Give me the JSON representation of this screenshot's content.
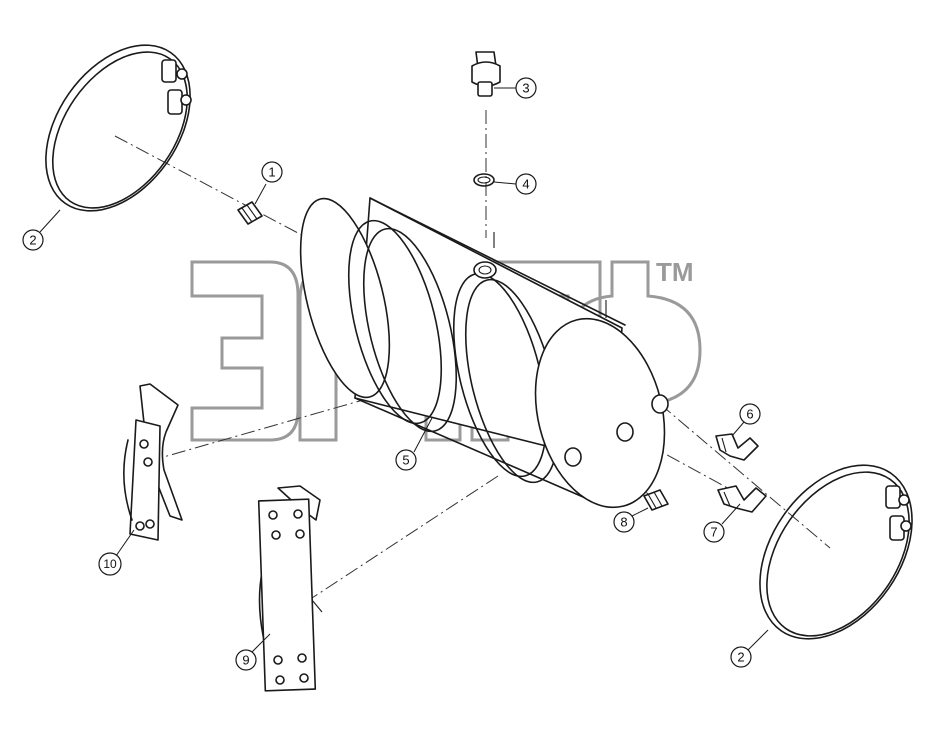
{
  "watermark": {
    "mark": "TM"
  },
  "callouts": [
    {
      "id": "c1",
      "label": "1"
    },
    {
      "id": "c2a",
      "label": "2"
    },
    {
      "id": "c2b",
      "label": "2"
    },
    {
      "id": "c3",
      "label": "3"
    },
    {
      "id": "c4",
      "label": "4"
    },
    {
      "id": "c5",
      "label": "5"
    },
    {
      "id": "c6",
      "label": "6"
    },
    {
      "id": "c7",
      "label": "7"
    },
    {
      "id": "c8",
      "label": "8"
    },
    {
      "id": "c9",
      "label": "9"
    },
    {
      "id": "c10",
      "label": "10"
    }
  ]
}
